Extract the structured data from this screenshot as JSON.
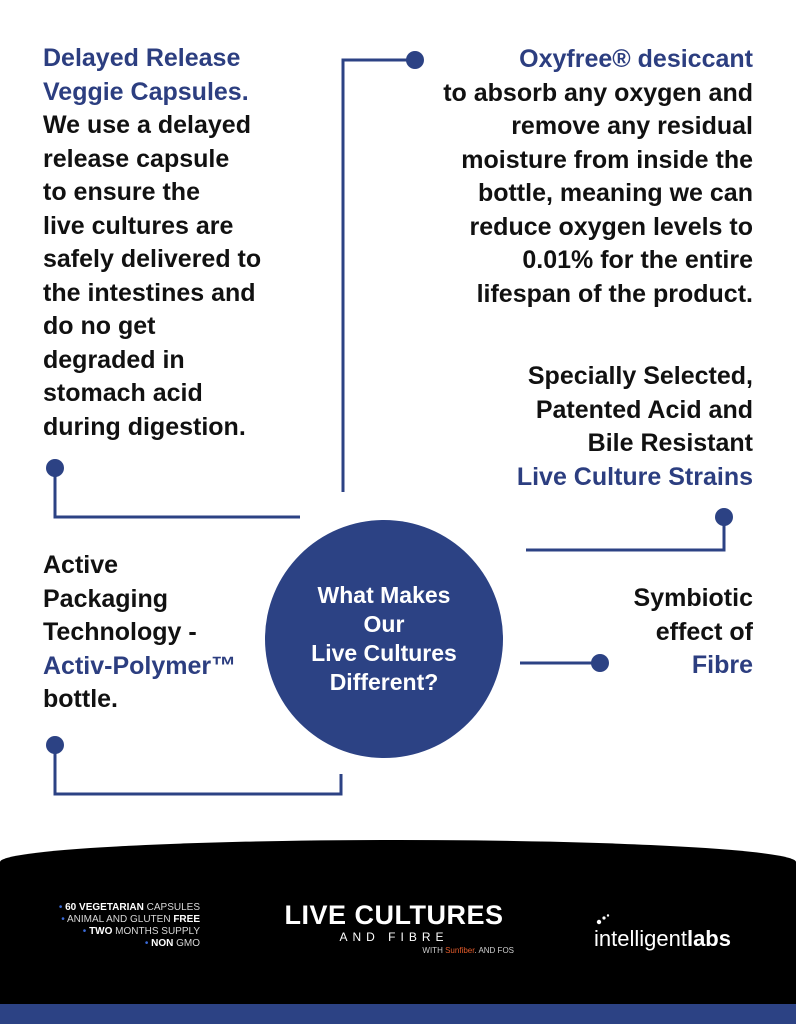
{
  "blocks": {
    "delayed_release": {
      "title": [
        "Delayed Release",
        "Veggie Capsules."
      ],
      "body": [
        "We use a delayed",
        "release capsule",
        "to ensure the",
        "live cultures are",
        "safely delivered to",
        "the intestines and",
        "do no get",
        "degraded in",
        "stomach acid",
        "during digestion."
      ]
    },
    "oxyfree": {
      "title": "Oxyfree® desiccant",
      "body": [
        "to absorb any oxygen and",
        "remove any residual",
        "moisture from inside the",
        "bottle, meaning we can",
        "reduce oxygen levels to",
        "0.01% for the entire",
        "lifespan of the product."
      ]
    },
    "strains": {
      "body": [
        "Specially Selected,",
        "Patented Acid and",
        "Bile Resistant"
      ],
      "highlight": "Live Culture Strains"
    },
    "packaging": {
      "body": [
        "Active",
        "Packaging",
        "Technology -"
      ],
      "highlight": "Activ-Polymer™",
      "tail": "bottle."
    },
    "fibre": {
      "body": [
        "Symbiotic",
        "effect of"
      ],
      "highlight": "Fibre"
    }
  },
  "center": {
    "lines": [
      "What Makes",
      "Our",
      "Live Cultures",
      "Different?"
    ]
  },
  "footer": {
    "features": [
      {
        "bold": "60 VEGETARIAN",
        "bold_first": true,
        "rest": " CAPSULES"
      },
      {
        "bold": "FREE",
        "bold_first": false,
        "rest": "ANIMAL AND GLUTEN "
      },
      {
        "bold": "TWO",
        "bold_first": true,
        "rest": " MONTHS SUPPLY"
      },
      {
        "bold": "NON",
        "bold_first": true,
        "rest": " GMO"
      }
    ],
    "brand": {
      "line1": "LIVE CULTURES",
      "line2": "AND FIBRE",
      "line3_prefix": "WITH ",
      "line3_em": "Sunfiber",
      "line3_suffix": ". AND FOS"
    },
    "logo": {
      "part1": "intelligent",
      "part2": "labs"
    }
  },
  "colors": {
    "accent_blue": "#2c3e80",
    "circle_blue": "#2c4284",
    "text_dark": "#111111",
    "footer_bg": "#000000",
    "brand_orange": "#e35b2a"
  }
}
